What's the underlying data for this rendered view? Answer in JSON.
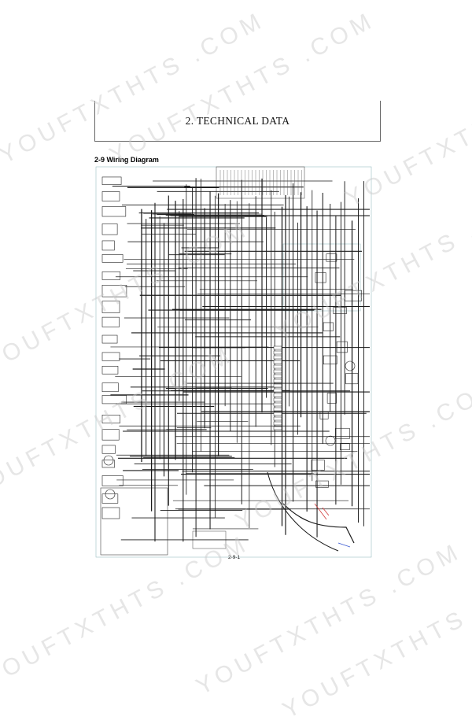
{
  "header": {
    "title": "2. TECHNICAL DATA"
  },
  "section": {
    "heading": "2-9  Wiring Diagram"
  },
  "footer": {
    "page_number": "2-9-1"
  },
  "watermarks": [
    {
      "text": "YOUFTXTHTS .COM"
    },
    {
      "text": "YOUFTXTHTS .COM"
    },
    {
      "text": "YOUFTXTHTS .COM"
    },
    {
      "text": "YOUFTXTHTS .COM"
    },
    {
      "text": "YOUFTXTHTS .COM"
    },
    {
      "text": "YOUFTXTHTS .COM"
    },
    {
      "text": "YOUFTXTHTS .COM"
    },
    {
      "text": "YOUFTXTHTS .COM"
    },
    {
      "text": "YOUFTXTHTS .COM"
    },
    {
      "text": "YOUFTXTHTS .COM"
    }
  ],
  "colors": {
    "wire": "#1a1a1a",
    "accent_red": "#d23a3a",
    "accent_blue": "#3a5ad2",
    "frame": "#9bbfc4"
  }
}
